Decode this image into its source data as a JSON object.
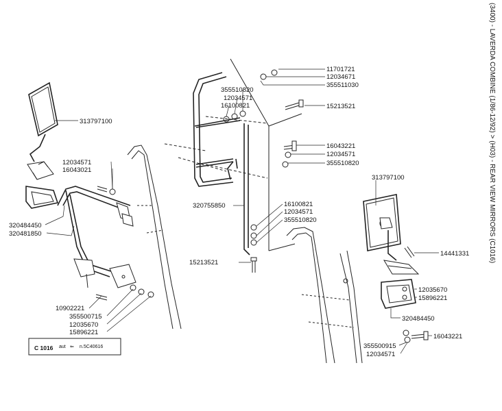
{
  "title": "(3400) - LAVERDA COMBINE (1/86-12/92) > (H03) - REAR VIEW MIRRORS (C1016)",
  "ref_box": {
    "code": "C 1016",
    "note_prefix": "aut",
    "note_arrow": "⇐",
    "note_value": "n.5C40616"
  },
  "parts": [
    {
      "id": "p01",
      "label": "313797100"
    },
    {
      "id": "p02",
      "label": "12034571"
    },
    {
      "id": "p03",
      "label": "16043021"
    },
    {
      "id": "p04",
      "label": "320484450"
    },
    {
      "id": "p05",
      "label": "320481850"
    },
    {
      "id": "p06",
      "label": "10902221"
    },
    {
      "id": "p07",
      "label": "355500715"
    },
    {
      "id": "p08",
      "label": "12035670"
    },
    {
      "id": "p09",
      "label": "15896221"
    },
    {
      "id": "p10",
      "label": "11701721"
    },
    {
      "id": "p11",
      "label": "12034671"
    },
    {
      "id": "p12",
      "label": "355511030"
    },
    {
      "id": "p13",
      "label": "355510820"
    },
    {
      "id": "p14",
      "label": "12034571"
    },
    {
      "id": "p15",
      "label": "16100821"
    },
    {
      "id": "p16",
      "label": "15213521"
    },
    {
      "id": "p17",
      "label": "16043221"
    },
    {
      "id": "p18",
      "label": "12034571"
    },
    {
      "id": "p19",
      "label": "355510820"
    },
    {
      "id": "p20",
      "label": "320755850"
    },
    {
      "id": "p21",
      "label": "16100821"
    },
    {
      "id": "p22",
      "label": "12034571"
    },
    {
      "id": "p23",
      "label": "355510820"
    },
    {
      "id": "p24",
      "label": "15213521"
    },
    {
      "id": "p25",
      "label": "313797100"
    },
    {
      "id": "p26",
      "label": "14441331"
    },
    {
      "id": "p27",
      "label": "12035670"
    },
    {
      "id": "p28",
      "label": "15896221"
    },
    {
      "id": "p29",
      "label": "320484450"
    },
    {
      "id": "p30",
      "label": "16043221"
    },
    {
      "id": "p31",
      "label": "355500915"
    },
    {
      "id": "p32",
      "label": "12034571"
    }
  ]
}
